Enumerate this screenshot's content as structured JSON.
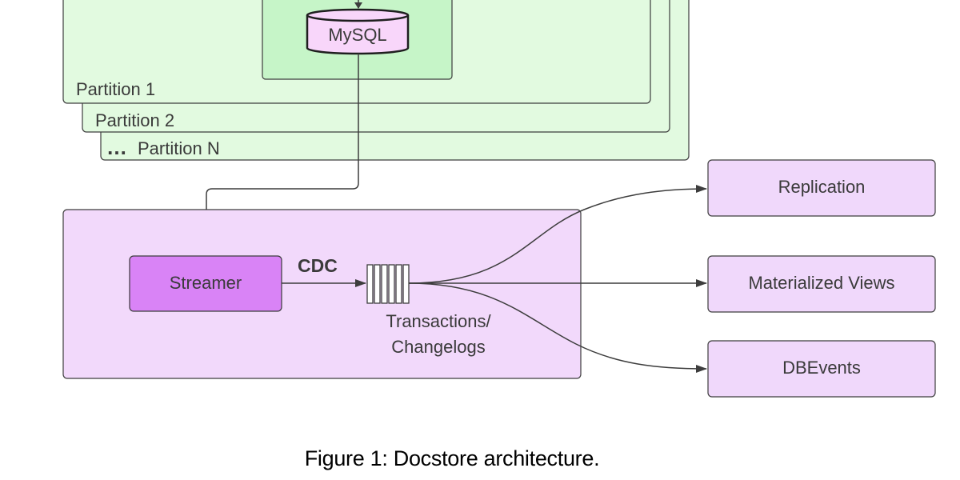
{
  "diagram": {
    "partitions": {
      "partition_1_label": "Partition 1",
      "partition_2_label": "Partition 2",
      "partition_n_prefix": "…",
      "partition_n_label": "Partition N"
    },
    "mysql": {
      "label": "MySQL"
    },
    "streaming": {
      "streamer_label": "Streamer",
      "cdc_label": "CDC",
      "queue_label_line1": "Transactions/",
      "queue_label_line2": "Changelogs"
    },
    "consumers": [
      {
        "label": "Replication"
      },
      {
        "label": "Materialized Views"
      },
      {
        "label": "DBEvents"
      }
    ]
  },
  "caption": "Figure 1: Docstore architecture.",
  "colors": {
    "partition_fill": "#e2fae0",
    "inner_node_fill": "#c6f5c8",
    "streaming_container_fill": "#f2d9fb",
    "streamer_fill": "#d983f6",
    "consumer_fill": "#f0d8fb",
    "mysql_fill": "#f8d6fa",
    "stroke": "#3d3d3d"
  }
}
